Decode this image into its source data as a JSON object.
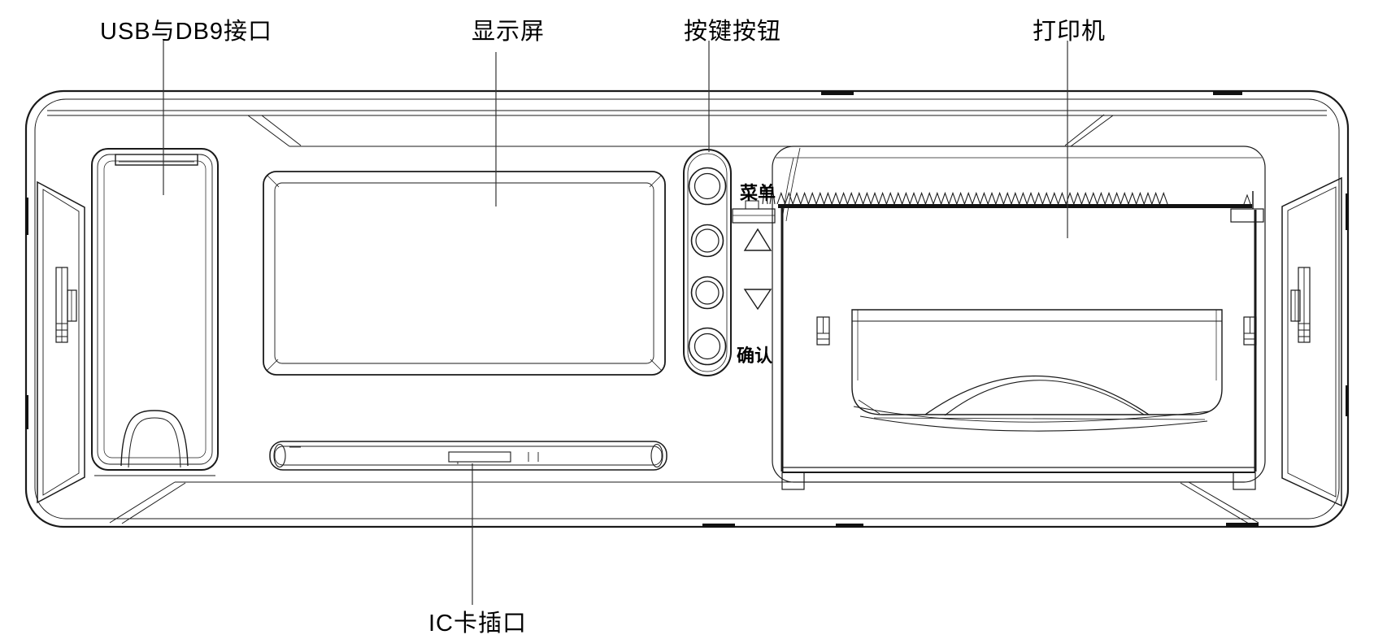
{
  "figure": {
    "type": "technical-line-drawing",
    "colors": {
      "background": "#ffffff",
      "line": "#1a1a1a",
      "leader_line": "#333333",
      "text": "#000000"
    }
  },
  "callouts": [
    {
      "id": "usb-db9-port",
      "label": "USB与DB9接口"
    },
    {
      "id": "display-screen",
      "label": "显示屏"
    },
    {
      "id": "keypad",
      "label": "按键按钮"
    },
    {
      "id": "printer",
      "label": "打印机"
    },
    {
      "id": "ic-card-slot",
      "label": "IC卡插口"
    }
  ],
  "keypad": {
    "buttons": [
      {
        "index": 1,
        "label": "菜单",
        "icon": ""
      },
      {
        "index": 2,
        "label": "",
        "icon": "triangle-up-icon"
      },
      {
        "index": 3,
        "label": "",
        "icon": "triangle-down-icon"
      },
      {
        "index": 4,
        "label": "确认",
        "icon": ""
      }
    ]
  }
}
